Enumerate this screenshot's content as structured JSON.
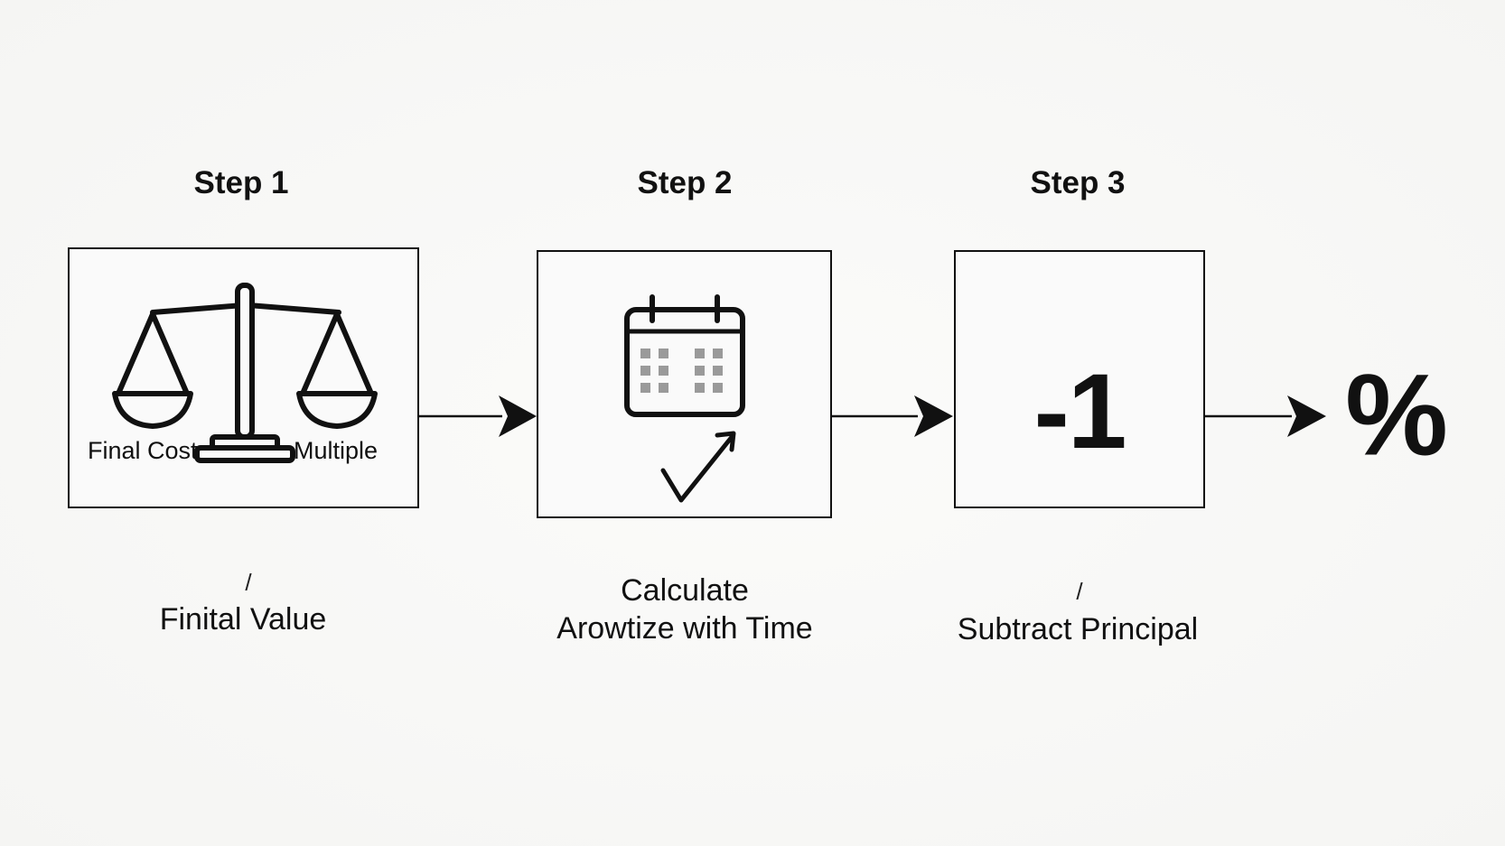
{
  "steps": [
    {
      "title": "Step 1",
      "box_labels": {
        "left": "Final Cost",
        "right": "Multiple"
      },
      "slash": "/",
      "caption_lines": [
        "Finital Value"
      ]
    },
    {
      "title": "Step 2",
      "caption_lines": [
        "Calculate",
        "Αrowtize with Time"
      ]
    },
    {
      "title": "Step 3",
      "box_text": "-1",
      "slash": "/",
      "caption_lines": [
        "Subtract Principal"
      ]
    }
  ],
  "result": {
    "symbol": "%"
  },
  "icons": [
    "balance-scale-icon",
    "calendar-icon",
    "checkmark-arrow-icon"
  ],
  "colors": {
    "ink": "#111111",
    "calendar_cells": "#9a9a9a",
    "background": "#f7f7f5"
  }
}
